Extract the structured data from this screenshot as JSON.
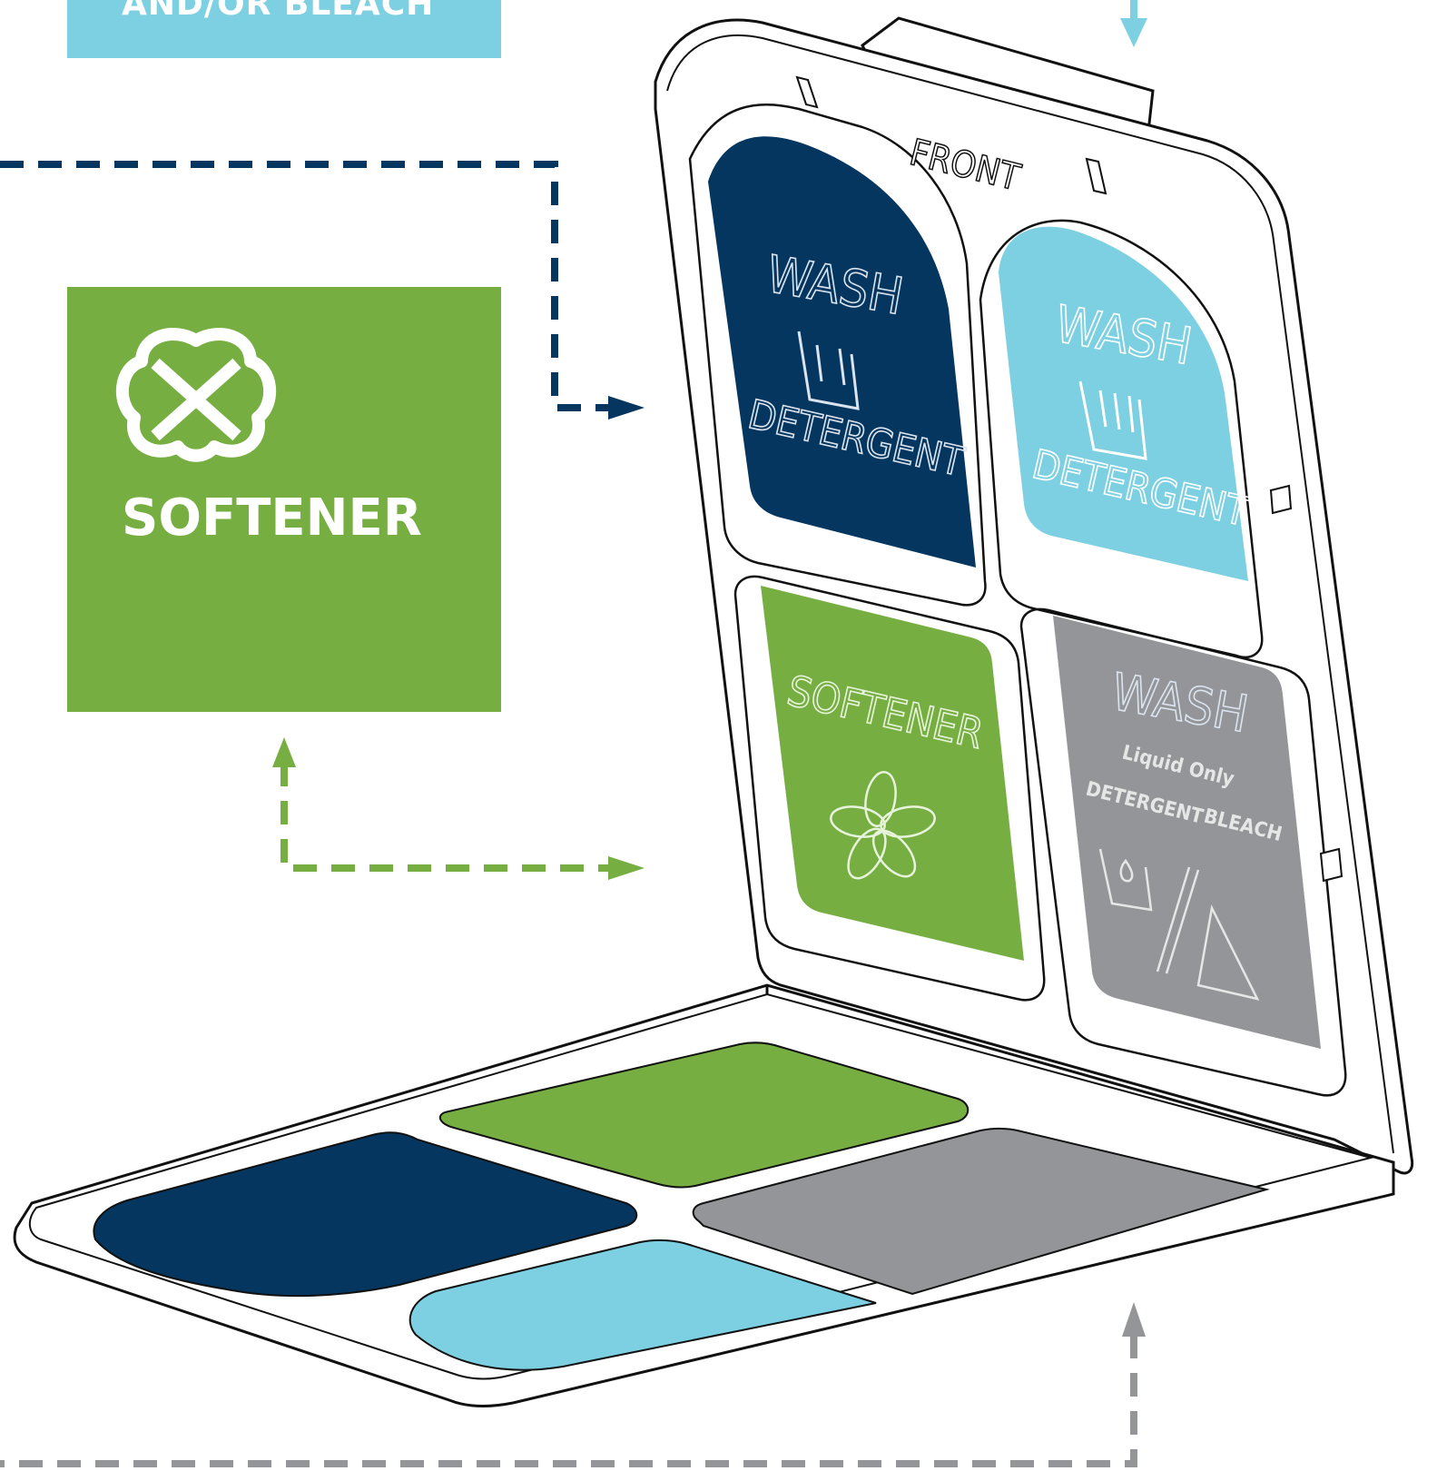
{
  "colors": {
    "detergent_dark": "#04365f",
    "detergent_light": "#7dd0e2",
    "softener": "#76ae42",
    "bleach": "#939598",
    "outline": "#111111"
  },
  "labels": {
    "top_box_text": "AND/OR BLEACH",
    "softener_box_text": "SOFTENER",
    "softener_icon": "flower-icon"
  },
  "lid": {
    "front_text": "FRONT",
    "dark_compartment": {
      "line1": "WASH",
      "line2": "DETERGENT",
      "icon": "detergent-cup-icon"
    },
    "light_compartment": {
      "line1": "WASH",
      "line2": "DETERGENT",
      "icon": "detergent-cup-double-icon"
    },
    "softener_compartment": {
      "line1": "SOFTENER",
      "icon": "flower-icon"
    },
    "bleach_compartment": {
      "line1": "WASH",
      "line2": "Liquid Only",
      "line3a": "DETERGENT",
      "line3b": "BLEACH",
      "icons": [
        "liquid-drop-cup-icon",
        "slash-icon",
        "triangle-icon"
      ]
    }
  }
}
